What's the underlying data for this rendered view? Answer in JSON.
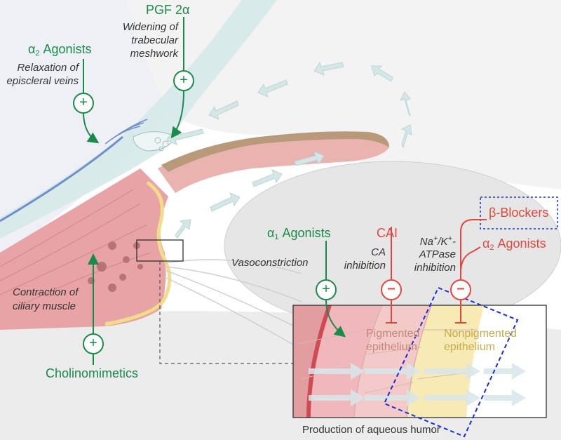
{
  "labels": {
    "pgf": "PGF 2α",
    "pgf_effect_1": "Widening of",
    "pgf_effect_2": "trabecular",
    "pgf_effect_3": "meshwork",
    "a2_agonists_top_prefix": "α",
    "a2_agonists_top_sub": "2",
    "a2_agonists_top_text": " Agonists",
    "a2_effect_1": "Relaxation of",
    "a2_effect_2": "episcleral veins",
    "cholinomimetics": "Cholinomimetics",
    "ciliary_1": "Contraction of",
    "ciliary_2": "ciliary muscle",
    "a1_prefix": "α",
    "a1_sub": "1",
    "a1_text": " Agonists",
    "vasoconstriction": "Vasoconstriction",
    "cai": "CAI",
    "ca_inhibition_1": "CA",
    "ca_inhibition_2": "inhibition",
    "na_k_na": "Na",
    "na_k_plus1": "+",
    "na_k_slash": "/K",
    "na_k_plus2": "+",
    "na_k_dash": "-",
    "atpase": "ATPase",
    "atpase_inhibition": "inhibition",
    "beta_blockers": "β-Blockers",
    "a2_agonists_right_prefix": "α",
    "a2_agonists_right_sub": "2",
    "a2_agonists_right_text": " Agonists",
    "pigmented_1": "Pigmented",
    "pigmented_2": "epithelium",
    "nonpigmented_1": "Nonpigmented",
    "nonpigmented_2": "epithelium",
    "production": "Production of aqueous humor"
  },
  "signs": {
    "plus": "+",
    "minus": "–"
  },
  "colors": {
    "stimulate": "#1a8a4a",
    "inhibit": "#e0473f",
    "cornea": "#d6e9ea",
    "sclera_line": "#6f8fc9",
    "muscle": "#e8a3a6",
    "iris": "#e9b3b0",
    "iris_pigment": "#b89a7a",
    "epithelium_yellow": "#f6e7a3",
    "lens": "#e6e6e6",
    "flow_arrow": "#d4e6e6",
    "highlight_box": "#1a2ed6"
  }
}
